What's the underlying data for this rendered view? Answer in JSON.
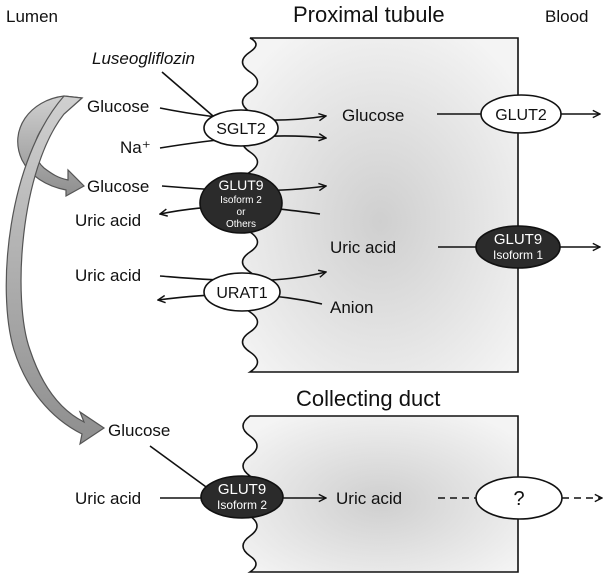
{
  "headers": {
    "lumen": "Lumen",
    "proximal_tubule": "Proximal tubule",
    "blood": "Blood",
    "collecting_duct": "Collecting duct"
  },
  "labels": {
    "luseogliflozin": "Luseogliflozin",
    "glucose_lumen_1": "Glucose",
    "na": "Na⁺",
    "glucose_cell_pt": "Glucose",
    "glucose_lumen_2": "Glucose",
    "uric_acid_lumen_1": "Uric acid",
    "uric_acid_cell_pt": "Uric acid",
    "uric_acid_lumen_2": "Uric acid",
    "anion": "Anion",
    "glucose_lumen_cd": "Glucose",
    "uric_acid_lumen_cd": "Uric acid",
    "uric_acid_cell_cd": "Uric acid"
  },
  "transporters": {
    "sglt2": "SGLT2",
    "glut2": "GLUT2",
    "glut9_pt_other": {
      "line1": "GLUT9",
      "line2": "Isoform 2",
      "line3": "or",
      "line4": "Others"
    },
    "glut9_pt_iso1": {
      "line1": "GLUT9",
      "line2": "Isoform 1"
    },
    "urat1": "URAT1",
    "glut9_cd_iso2": {
      "line1": "GLUT9",
      "line2": "Isoform 2"
    },
    "unknown": "?"
  },
  "colors": {
    "cell_fill_center": "#cfcfcf",
    "cell_fill_edge": "#f2f2f2",
    "dark_transporter": "#2b2b2b",
    "light_transporter": "#ffffff",
    "curved_arrow": "#a8a8a8"
  }
}
